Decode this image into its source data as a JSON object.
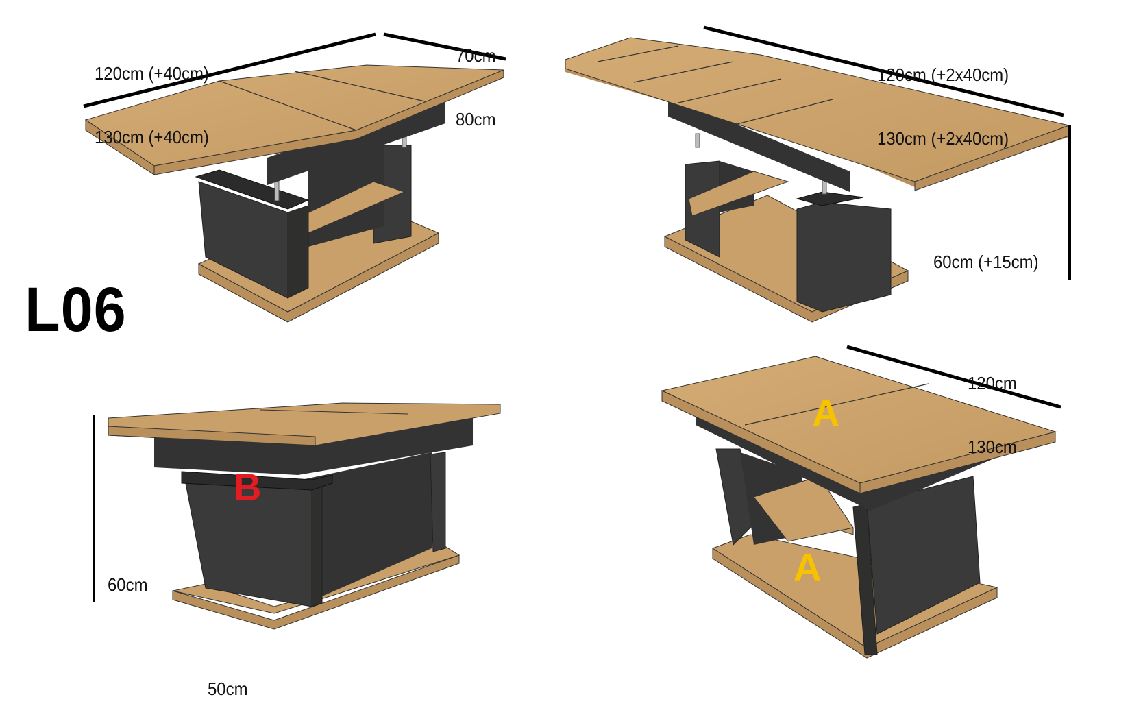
{
  "title": "L06",
  "colors": {
    "wood": "#c9a06a",
    "wood_edge": "#b98f5b",
    "dark_panel": "#3a3a3a",
    "dark_edge": "#2a2a28",
    "label_a": "#f7c300",
    "label_b": "#e31c23",
    "dimension_line": "#000000"
  },
  "views": [
    {
      "name": "top-left-raised-extended",
      "dimensions": {
        "length": [
          "120cm (+40cm)",
          "130cm (+40cm)"
        ],
        "width": [
          "70cm",
          "80cm"
        ]
      }
    },
    {
      "name": "top-right-raised-double-extended",
      "dimensions": {
        "length": [
          "120cm (+2x40cm)",
          "130cm (+2x40cm)"
        ],
        "height": "60cm (+15cm)"
      }
    },
    {
      "name": "bottom-left-side-view",
      "dimensions": {
        "height": "60cm",
        "depth": "50cm"
      },
      "markers": [
        "B"
      ]
    },
    {
      "name": "bottom-right-closed",
      "dimensions": {
        "length": [
          "120cm",
          "130cm"
        ]
      },
      "markers": [
        "A",
        "A"
      ]
    }
  ]
}
